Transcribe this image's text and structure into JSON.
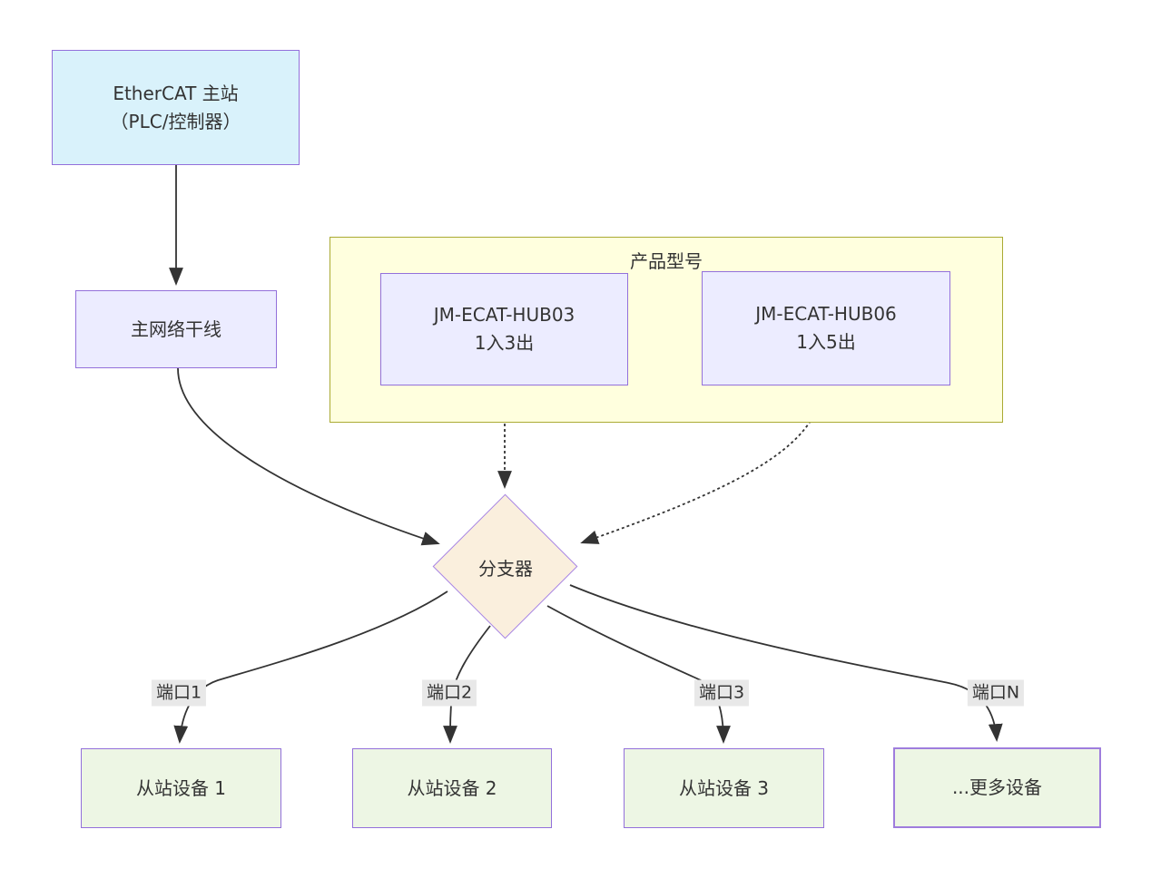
{
  "diagram": {
    "nodes": {
      "master": {
        "line1": "EtherCAT 主站",
        "line2": "（PLC/控制器）"
      },
      "trunk": {
        "label": "主网络干线"
      },
      "cluster_title": "产品型号",
      "hub03": {
        "line1": "JM-ECAT-HUB03",
        "line2": "1入3出"
      },
      "hub06": {
        "line1": "JM-ECAT-HUB06",
        "line2": "1入5出"
      },
      "branch": {
        "label": "分支器"
      },
      "slave1": {
        "label": "从站设备 1"
      },
      "slave2": {
        "label": "从站设备 2"
      },
      "slave3": {
        "label": "从站设备 3"
      },
      "more": {
        "label": "...更多设备"
      }
    },
    "edge_labels": {
      "port1": "端口1",
      "port2": "端口2",
      "port3": "端口3",
      "portN": "端口N"
    },
    "colors": {
      "master_fill": "#d9f2fb",
      "node_fill": "#ececff",
      "node_border": "#9370db",
      "cluster_fill": "#ffffde",
      "cluster_border": "#aaaa33",
      "diamond_fill": "#faefdd",
      "diamond_border": "#a683e6",
      "slave_fill": "#edf6e4",
      "edge_stroke": "#333333",
      "edge_label_bg": "#e8e8e8"
    }
  }
}
